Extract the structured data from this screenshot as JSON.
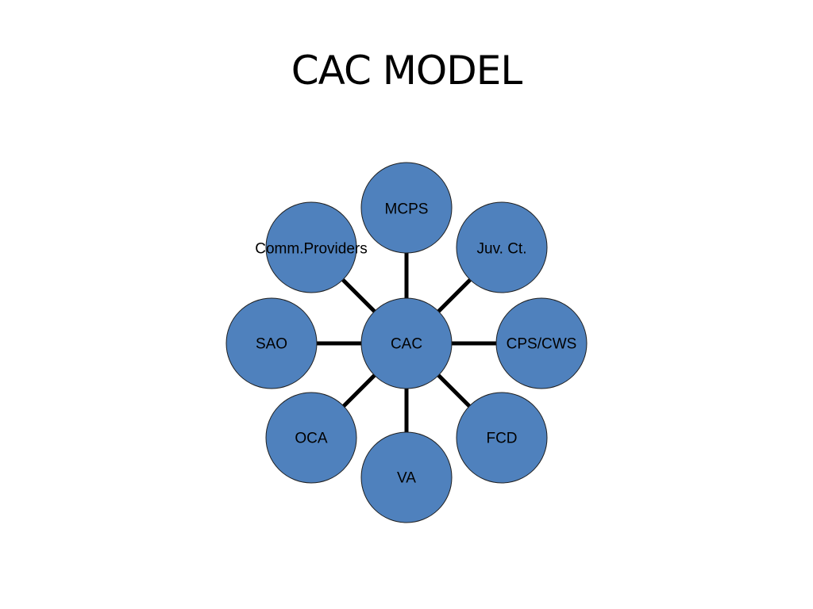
{
  "title": "CAC MODEL",
  "diagram": {
    "center": {
      "id": "cac",
      "label": "CAC"
    },
    "nodes": [
      {
        "id": "mcps",
        "label": "MCPS"
      },
      {
        "id": "juv-ct",
        "label": "Juv. Ct."
      },
      {
        "id": "cps-cws",
        "label": "CPS/CWS"
      },
      {
        "id": "fcd",
        "label": "FCD"
      },
      {
        "id": "va",
        "label": "VA"
      },
      {
        "id": "oca",
        "label": "OCA"
      },
      {
        "id": "sao",
        "label": "SAO"
      },
      {
        "id": "comm-providers",
        "label": "Comm.Providers"
      }
    ],
    "colors": {
      "node_fill": "#4f81bd",
      "connector": "#000000",
      "text": "#000000"
    }
  }
}
